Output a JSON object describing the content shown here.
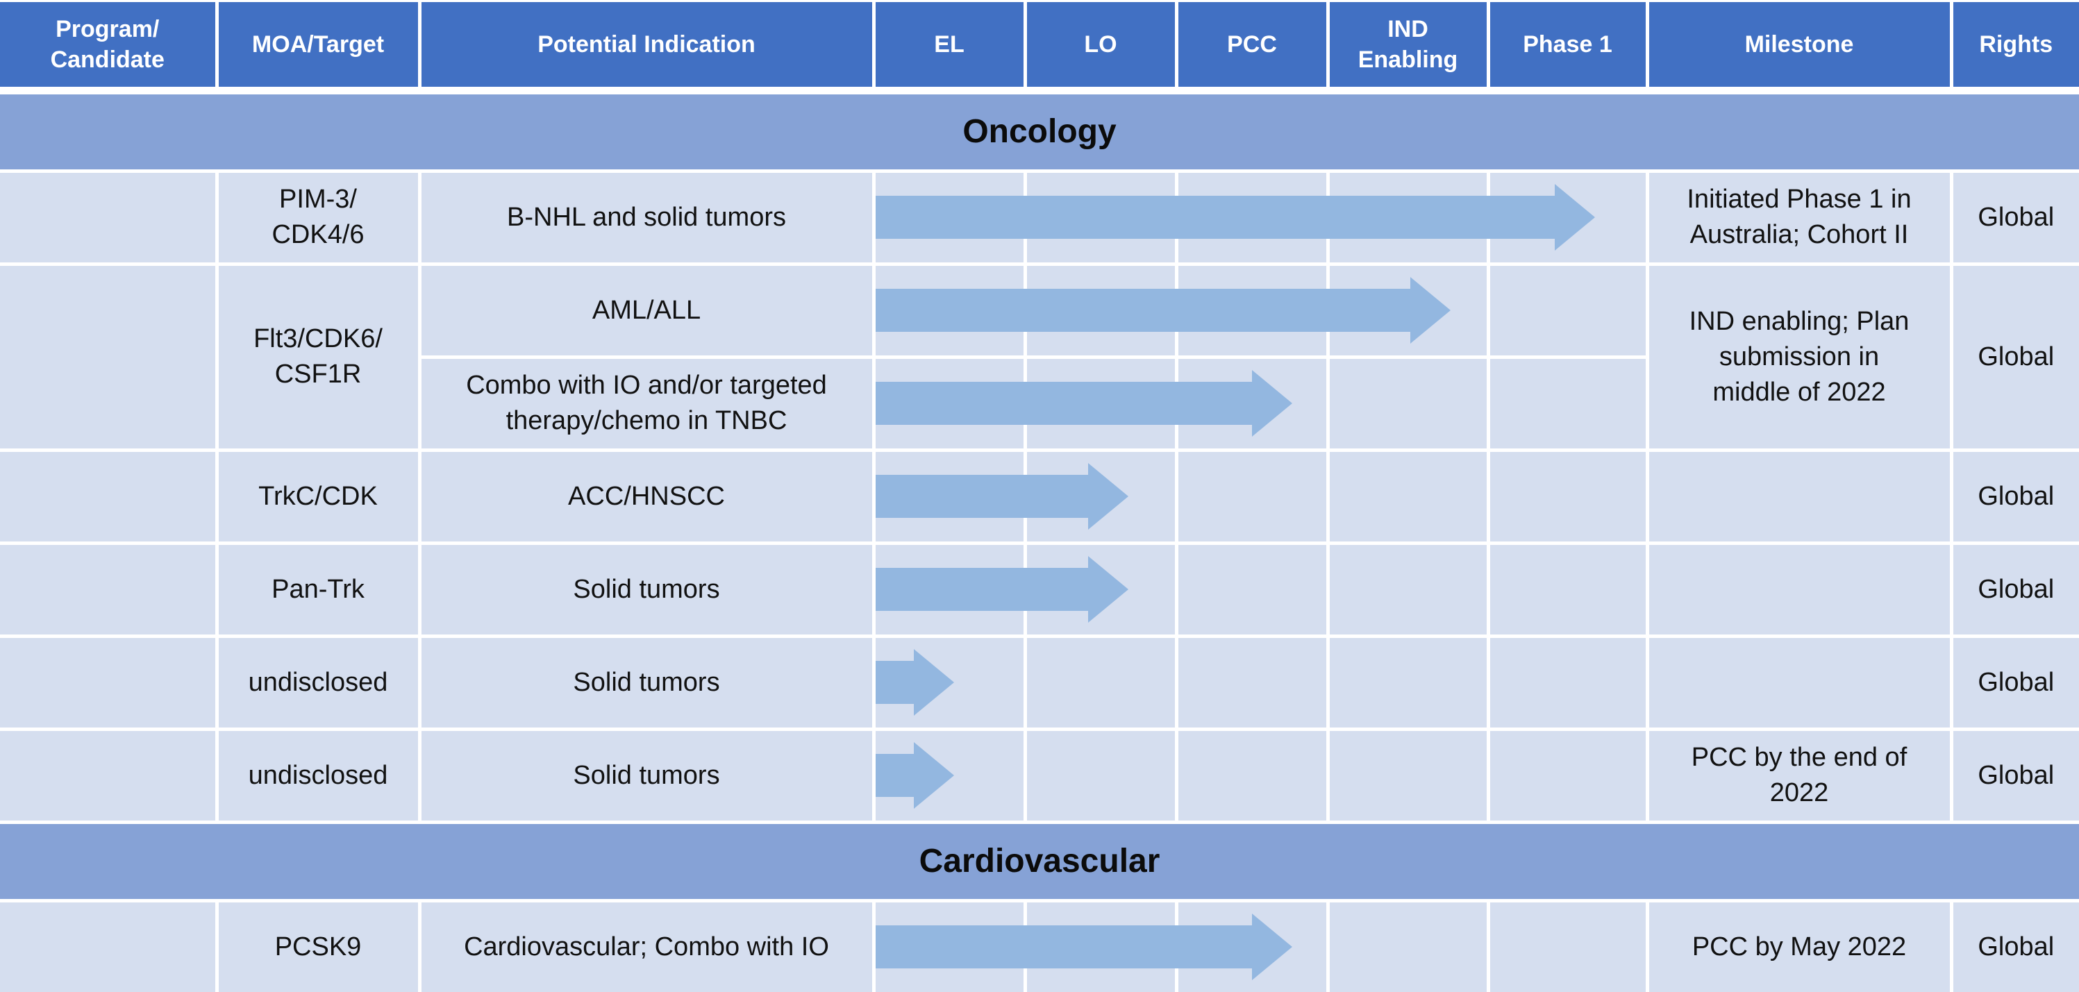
{
  "colors": {
    "header_bg": "#4170c3",
    "header_text": "#ffffff",
    "section_bg": "#86a2d6",
    "row_bg": "#d5deef",
    "arrow": "#93b7e0",
    "grid_line": "#ffffff"
  },
  "headers": [
    "Program/\nCandidate",
    "MOA/Target",
    "Potential Indication",
    "EL",
    "LO",
    "PCC",
    "IND\nEnabling",
    "Phase 1",
    "Milestone",
    "Rights"
  ],
  "stages": [
    "EL",
    "LO",
    "PCC",
    "IND Enabling",
    "Phase 1"
  ],
  "sections": [
    {
      "title": "Oncology",
      "programs": [
        {
          "candidate": "",
          "target": "PIM-3/\nCDK4/6",
          "indications": [
            {
              "name": "B-NHL and solid tumors",
              "progress_stages": 4.75
            }
          ],
          "milestone": "Initiated Phase 1 in\nAustralia; Cohort II",
          "rights": "Global"
        },
        {
          "candidate": "",
          "target": "Flt3/CDK6/\nCSF1R",
          "indications": [
            {
              "name": "AML/ALL",
              "progress_stages": 3.8
            },
            {
              "name": "Combo with IO and/or targeted\ntherapy/chemo in TNBC",
              "progress_stages": 2.75
            }
          ],
          "milestone": "IND enabling; Plan\nsubmission in\nmiddle of 2022",
          "rights": "Global"
        },
        {
          "candidate": "",
          "target": "TrkC/CDK",
          "indications": [
            {
              "name": "ACC/HNSCC",
              "progress_stages": 1.67
            }
          ],
          "milestone": "",
          "rights": "Global"
        },
        {
          "candidate": "",
          "target": "Pan-Trk",
          "indications": [
            {
              "name": "Solid tumors",
              "progress_stages": 1.67
            }
          ],
          "milestone": "",
          "rights": "Global"
        },
        {
          "candidate": "",
          "target": "undisclosed",
          "indications": [
            {
              "name": "Solid tumors",
              "progress_stages": 0.52
            }
          ],
          "milestone": "",
          "rights": "Global"
        },
        {
          "candidate": "",
          "target": "undisclosed",
          "indications": [
            {
              "name": "Solid tumors",
              "progress_stages": 0.52
            }
          ],
          "milestone": "PCC by the end of\n2022",
          "rights": "Global"
        }
      ]
    },
    {
      "title": "Cardiovascular",
      "programs": [
        {
          "candidate": "",
          "target": "PCSK9",
          "indications": [
            {
              "name": "Cardiovascular; Combo with IO",
              "progress_stages": 2.75
            }
          ],
          "milestone": "PCC by May 2022",
          "rights": "Global"
        }
      ]
    }
  ]
}
